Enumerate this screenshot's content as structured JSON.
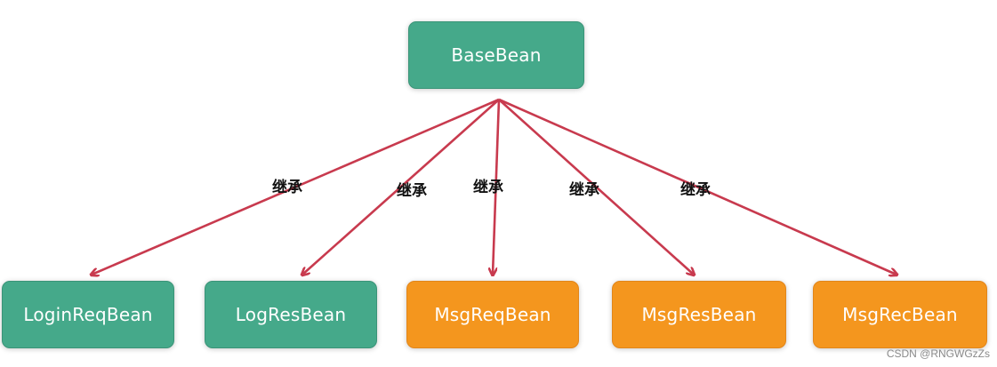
{
  "diagram": {
    "root": {
      "label": "BaseBean",
      "color": "#45a98a"
    },
    "children": [
      {
        "label": "LoginReqBean",
        "color": "#45a98a",
        "edge_label": "继承"
      },
      {
        "label": "LogResBean",
        "color": "#45a98a",
        "edge_label": "继承"
      },
      {
        "label": "MsgReqBean",
        "color": "#f4961e",
        "edge_label": "继承"
      },
      {
        "label": "MsgResBean",
        "color": "#f4961e",
        "edge_label": "继承"
      },
      {
        "label": "MsgRecBean",
        "color": "#f4961e",
        "edge_label": "继承"
      }
    ],
    "edge_color": "#c83a4e"
  },
  "watermark": "CSDN @RNGWGzZs"
}
